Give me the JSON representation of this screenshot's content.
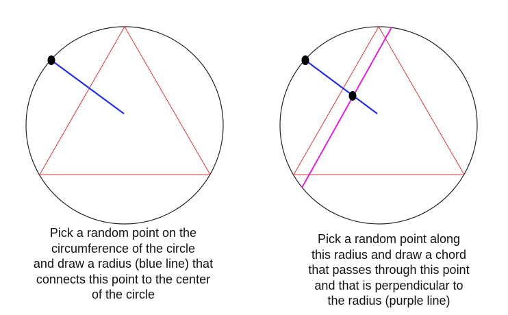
{
  "colors": {
    "circle": "#222222",
    "triangle": "#dd3333",
    "radius": "#1f2ee8",
    "chord": "#e020e0",
    "point": "#000000",
    "text": "#111111"
  },
  "captions": {
    "left": [
      "Pick a random point on the",
      "circumference of the circle",
      "and draw a radius (blue line) that",
      "connects this point to the center",
      "of the circle"
    ],
    "right": [
      "Pick a random point along",
      "this radius and draw a chord",
      "that passes through this point",
      "and that is perpendicular to",
      "the radius (purple line)"
    ]
  }
}
